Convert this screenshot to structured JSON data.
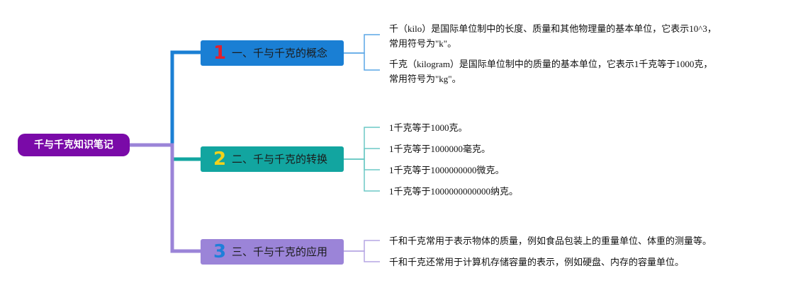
{
  "root": {
    "label": "千与千克知识笔记"
  },
  "branches": [
    {
      "number": "1",
      "label": "一、千与千克的概念",
      "number_color": "#e0202e"
    },
    {
      "number": "2",
      "label": "二、千与千克的转换",
      "number_color": "#f2d21c"
    },
    {
      "number": "3",
      "label": "三、千与千克的应用",
      "number_color": "#1f7fd9"
    }
  ],
  "leaves": {
    "concept": [
      {
        "line1": "千（kilo）是国际单位制中的长度、质量和其他物理量的基本单位，它表示10^3，",
        "line2": "常用符号为\"k\"。"
      },
      {
        "line1": "千克（kilogram）是国际单位制中的质量的基本单位，它表示1千克等于1000克，",
        "line2": "常用符号为\"kg\"。"
      }
    ],
    "conversion": [
      "1千克等于1000克。",
      "1千克等于1000000毫克。",
      "1千克等于1000000000微克。",
      "1千克等于1000000000000纳克。"
    ],
    "application": [
      "千和千克常用于表示物体的质量，例如食品包装上的重量单位、体重的测量等。",
      "千和千克还常用于计算机存储容量的表示，例如硬盘、内存的容量单位。"
    ]
  },
  "colors": {
    "root": "#7a0aa8",
    "branch1": "#1a7fd4",
    "branch2": "#12a5a0",
    "branch3": "#9b84d8",
    "leaf_line1": "#5aa6e6",
    "leaf_line2": "#6cc9c5",
    "leaf_line3": "#b6a6e3"
  }
}
